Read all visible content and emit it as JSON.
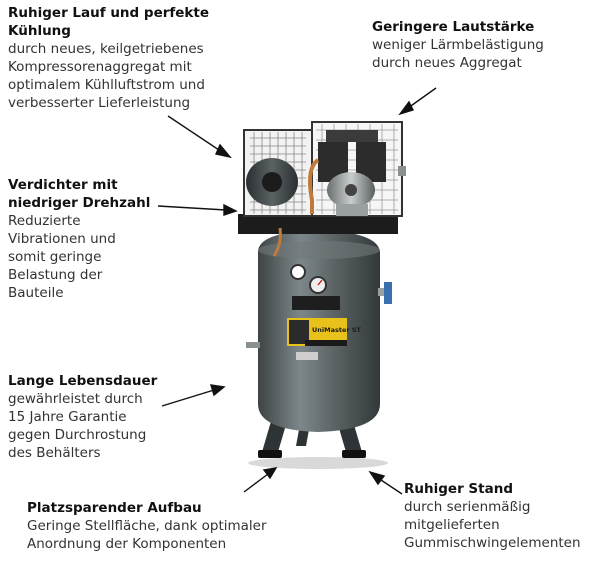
{
  "annotations": [
    {
      "title_lines": [
        "Ruhiger Lauf und perfekte",
        "Kühlung"
      ],
      "body_lines": [
        "durch neues, keilgetriebenes",
        "Kompressorenaggregat mit",
        "optimalem Kühlluftstrom und",
        "verbesserter Lieferleistung"
      ]
    },
    {
      "title_lines": [
        "Geringere Lautstärke"
      ],
      "body_lines": [
        "weniger Lärmbelästigung",
        "durch neues Aggregat"
      ]
    },
    {
      "title_lines": [
        "Verdichter mit",
        "niedriger Drehzahl"
      ],
      "body_lines": [
        "Reduzierte",
        "Vibrationen und",
        "somit geringe",
        "Belastung der",
        "Bauteile"
      ]
    },
    {
      "title_lines": [
        "Lange Lebensdauer"
      ],
      "body_lines": [
        "gewährleistet durch",
        "15 Jahre Garantie",
        "gegen Durchrostung",
        "des Behälters"
      ]
    },
    {
      "title_lines": [
        "Ruhiger Stand"
      ],
      "body_lines": [
        "durch serienmäßig",
        "mitgelieferten",
        "Gummischwingelementen"
      ]
    },
    {
      "title_lines": [
        "Platzsparender Aufbau"
      ],
      "body_lines": [
        "Geringe Stellfläche, dank optimaler",
        "Anordnung der Komponenten"
      ]
    }
  ],
  "product": {
    "label_text": "UniMaster ST",
    "colors": {
      "tank": "#5e6668",
      "tank_highlight": "#7d8789",
      "tank_shadow": "#3e4446",
      "frame": "#2a2a2a",
      "label_yellow": "#e8c21a",
      "copper": "#c07a3a"
    }
  }
}
